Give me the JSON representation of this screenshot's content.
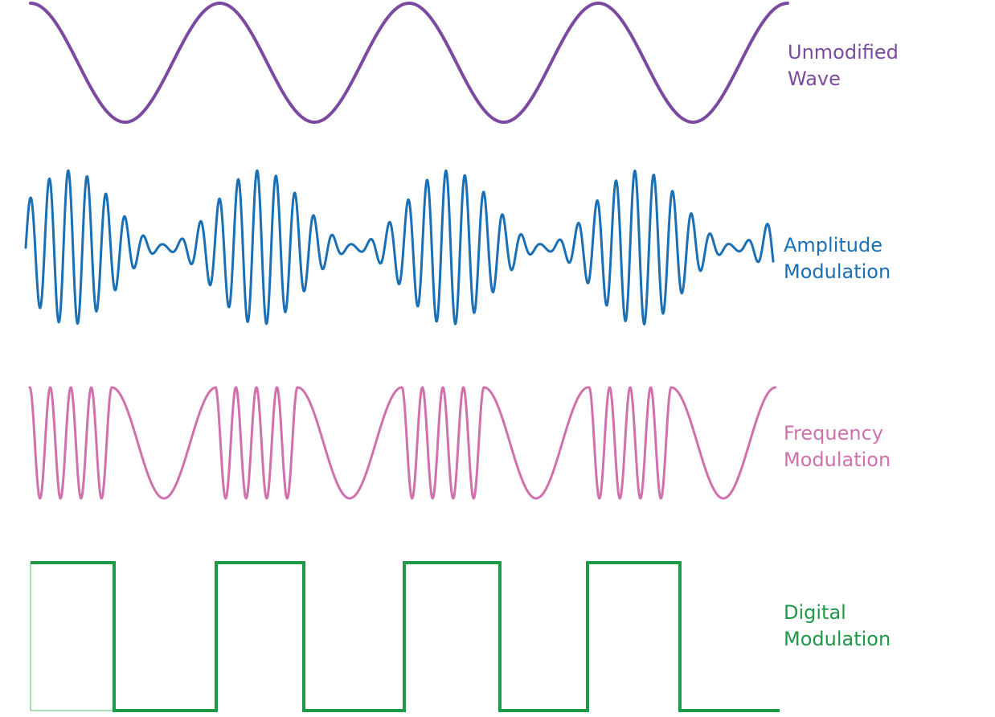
{
  "colors": {
    "unmodified": "#7b4aa0",
    "amplitude": "#1a6fb5",
    "frequency": "#d070ad",
    "digital": "#1e9948",
    "digital_baseline": "#8fd49c",
    "background": "#ffffff"
  },
  "waves": [
    {
      "id": "unmodified",
      "type": "sine",
      "cycles": 4,
      "label_lines": [
        "Unmodified",
        "Wave"
      ]
    },
    {
      "id": "amplitude",
      "type": "amplitude-modulated",
      "envelope_bursts": 4,
      "label_lines": [
        "Amplitude",
        "Modulation"
      ]
    },
    {
      "id": "frequency",
      "type": "frequency-modulated",
      "segments": 4,
      "label_lines": [
        "Frequency",
        "Modulation"
      ]
    },
    {
      "id": "digital",
      "type": "square",
      "pulses": 4,
      "label_lines": [
        "Digital",
        "Modulation"
      ]
    }
  ]
}
